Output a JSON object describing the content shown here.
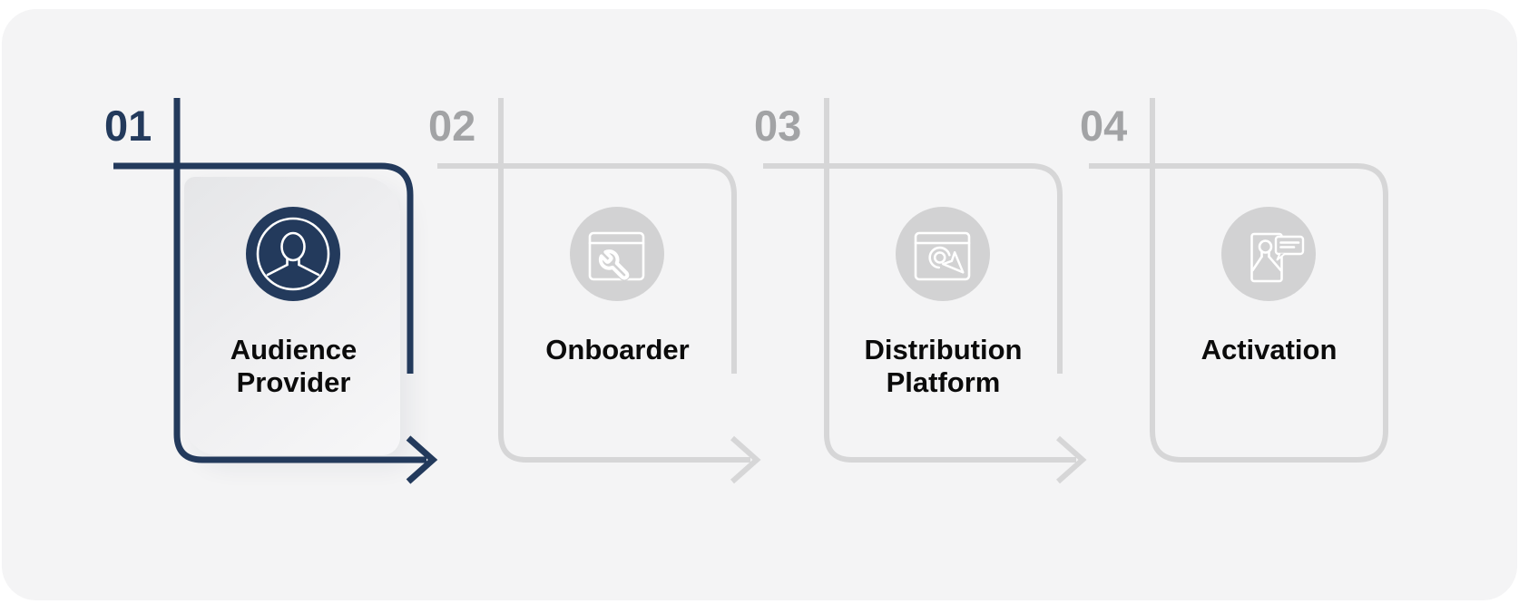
{
  "diagram_title": "",
  "colors": {
    "active": "#233a5c",
    "inactive_line": "#d6d6d7",
    "inactive_number": "#a2a3a5",
    "icon_circle_bg": "#d2d2d3",
    "icon_stroke": "#ffffff",
    "label_text": "#0b0b0b",
    "panel_bg": "#f4f4f5",
    "page_bg": "#ffffff",
    "card_gradient_start": "#e5e6e8",
    "card_gradient_end": "#f7f7f8"
  },
  "steps": [
    {
      "number": "01",
      "label": "Audience Provider",
      "icon": "user-avatar-icon",
      "state": "active",
      "connector": "arrow"
    },
    {
      "number": "02",
      "label": "Onboarder",
      "icon": "browser-wrench-icon",
      "state": "inactive",
      "connector": "arrow"
    },
    {
      "number": "03",
      "label": "Distribution Platform",
      "icon": "browser-cursor-icon",
      "state": "inactive",
      "connector": "arrow"
    },
    {
      "number": "04",
      "label": "Activation",
      "icon": "id-card-chat-icon",
      "state": "inactive",
      "connector": "closed-box"
    }
  ]
}
